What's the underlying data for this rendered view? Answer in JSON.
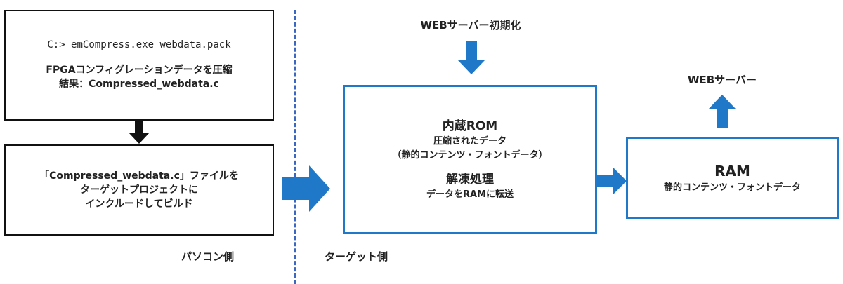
{
  "pc_side": {
    "compress_box": {
      "command": "C:> emCompress.exe webdata.pack",
      "line1": "FPGAコンフィグレーションデータを圧縮",
      "line2": "結果：Compressed_webdata.c"
    },
    "build_box": {
      "line1": "「Compressed_webdata.c」ファイルを",
      "line2": "ターゲットプロジェクトに",
      "line3": "インクルードしてビルド"
    },
    "label": "パソコン側"
  },
  "target_side": {
    "init_label": "WEBサーバー初期化",
    "rom_box": {
      "title": "内蔵ROM",
      "line1": "圧縮されたデータ",
      "line2": "（静的コンテンツ・フォントデータ）",
      "process_title": "解凍処理",
      "process_line": "データをRAMに転送"
    },
    "ram_box": {
      "title": "RAM",
      "line1": "静的コンテンツ・フォントデータ"
    },
    "web_server_label": "WEBサーバー",
    "label": "ターゲット側"
  },
  "colors": {
    "accent_blue": "#1f78c8",
    "black": "#111111",
    "divider": "#3a68c0"
  }
}
